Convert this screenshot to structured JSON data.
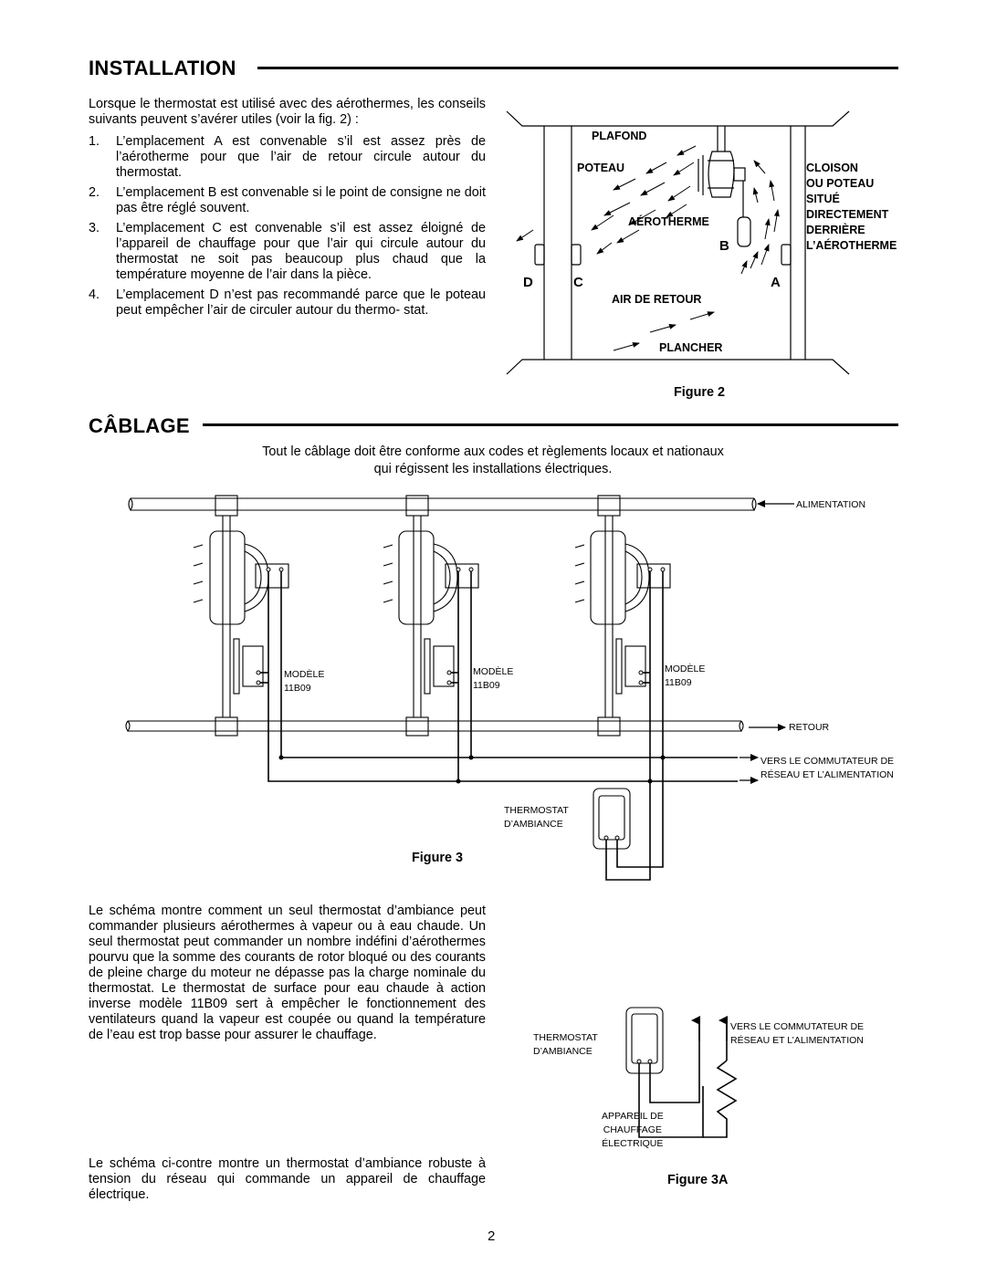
{
  "installation": {
    "title": "INSTALLATION",
    "intro": "Lorsque le thermostat est utilisé avec des aérothermes, les conseils suivants peuvent s’avérer utiles (voir la fig. 2) :",
    "items": [
      {
        "num": "1.",
        "text": "L’emplacement A est convenable s’il est assez près de l’aérotherme pour que l’air de retour circule autour du thermostat."
      },
      {
        "num": "2.",
        "text": "L’emplacement B est convenable si le point de consigne ne doit pas être réglé souvent."
      },
      {
        "num": "3.",
        "text": "L’emplacement C est convenable s’il est assez éloigné de l’appareil de chauffage pour que l’air qui circule autour du thermostat ne soit pas beaucoup plus chaud que la température moyenne de l’air dans la pièce."
      },
      {
        "num": "4.",
        "text": "L’emplacement D n’est pas recommandé parce que le poteau peut empêcher l’air de circuler autour du thermo- stat."
      }
    ]
  },
  "figure2": {
    "plafond": "PLAFOND",
    "poteau": "POTEAU",
    "cloison": [
      "CLOISON",
      "OU POTEAU",
      "SITUÉ",
      "DIRECTEMENT",
      "DERRIÈRE",
      "L’AÉROTHERME"
    ],
    "aerotherme": "AÉROTHERME",
    "air_retour": "AIR DE RETOUR",
    "plancher": "PLANCHER",
    "loc_a": "A",
    "loc_b": "B",
    "loc_c": "C",
    "loc_d": "D",
    "caption": "Figure 2"
  },
  "cablage": {
    "title": "CÂBLAGE",
    "intro_line1": "Tout le câblage doit être conforme aux codes et règlements locaux et nationaux",
    "intro_line2": "qui régissent les installations électriques."
  },
  "figure3": {
    "alimentation": "ALIMENTATION",
    "retour": "RETOUR",
    "modele": "MODÈLE",
    "model_no": "11B09",
    "vers_line1": "VERS LE COMMUTATEUR DE",
    "vers_line2": "RÉSEAU ET L’ALIMENTATION",
    "thermostat_line1": "THERMOSTAT",
    "thermostat_line2": "D’AMBIANCE",
    "caption": "Figure 3"
  },
  "paragraph1": "Le schéma montre comment un seul thermostat d’ambiance peut commander plusieurs aérothermes à vapeur ou à eau chaude. Un seul thermostat peut commander un nombre indéfini d’aérothermes pourvu que la somme des courants de rotor bloqué ou des courants de pleine charge du moteur ne dépasse pas la charge nominale du thermostat. Le thermostat de surface pour eau chaude à action inverse modèle 11B09 sert à empêcher le fonctionnement des ventilateurs quand la vapeur est coupée ou quand la température de l’eau est trop basse pour assurer le chauffage.",
  "paragraph2": "Le schéma ci-contre montre un thermostat d’ambiance robuste à tension du réseau qui commande un appareil de chauffage électrique.",
  "figure3a": {
    "thermostat_line1": "THERMOSTAT",
    "thermostat_line2": "D’AMBIANCE",
    "vers_line1": "VERS LE COMMUTATEUR DE",
    "vers_line2": "RÉSEAU ET L’ALIMENTATION",
    "appareil_line1": "APPAREIL DE",
    "appareil_line2": "CHAUFFAGE",
    "appareil_line3": "ÉLECTRIQUE",
    "caption": "Figure 3A"
  },
  "page_number": "2"
}
